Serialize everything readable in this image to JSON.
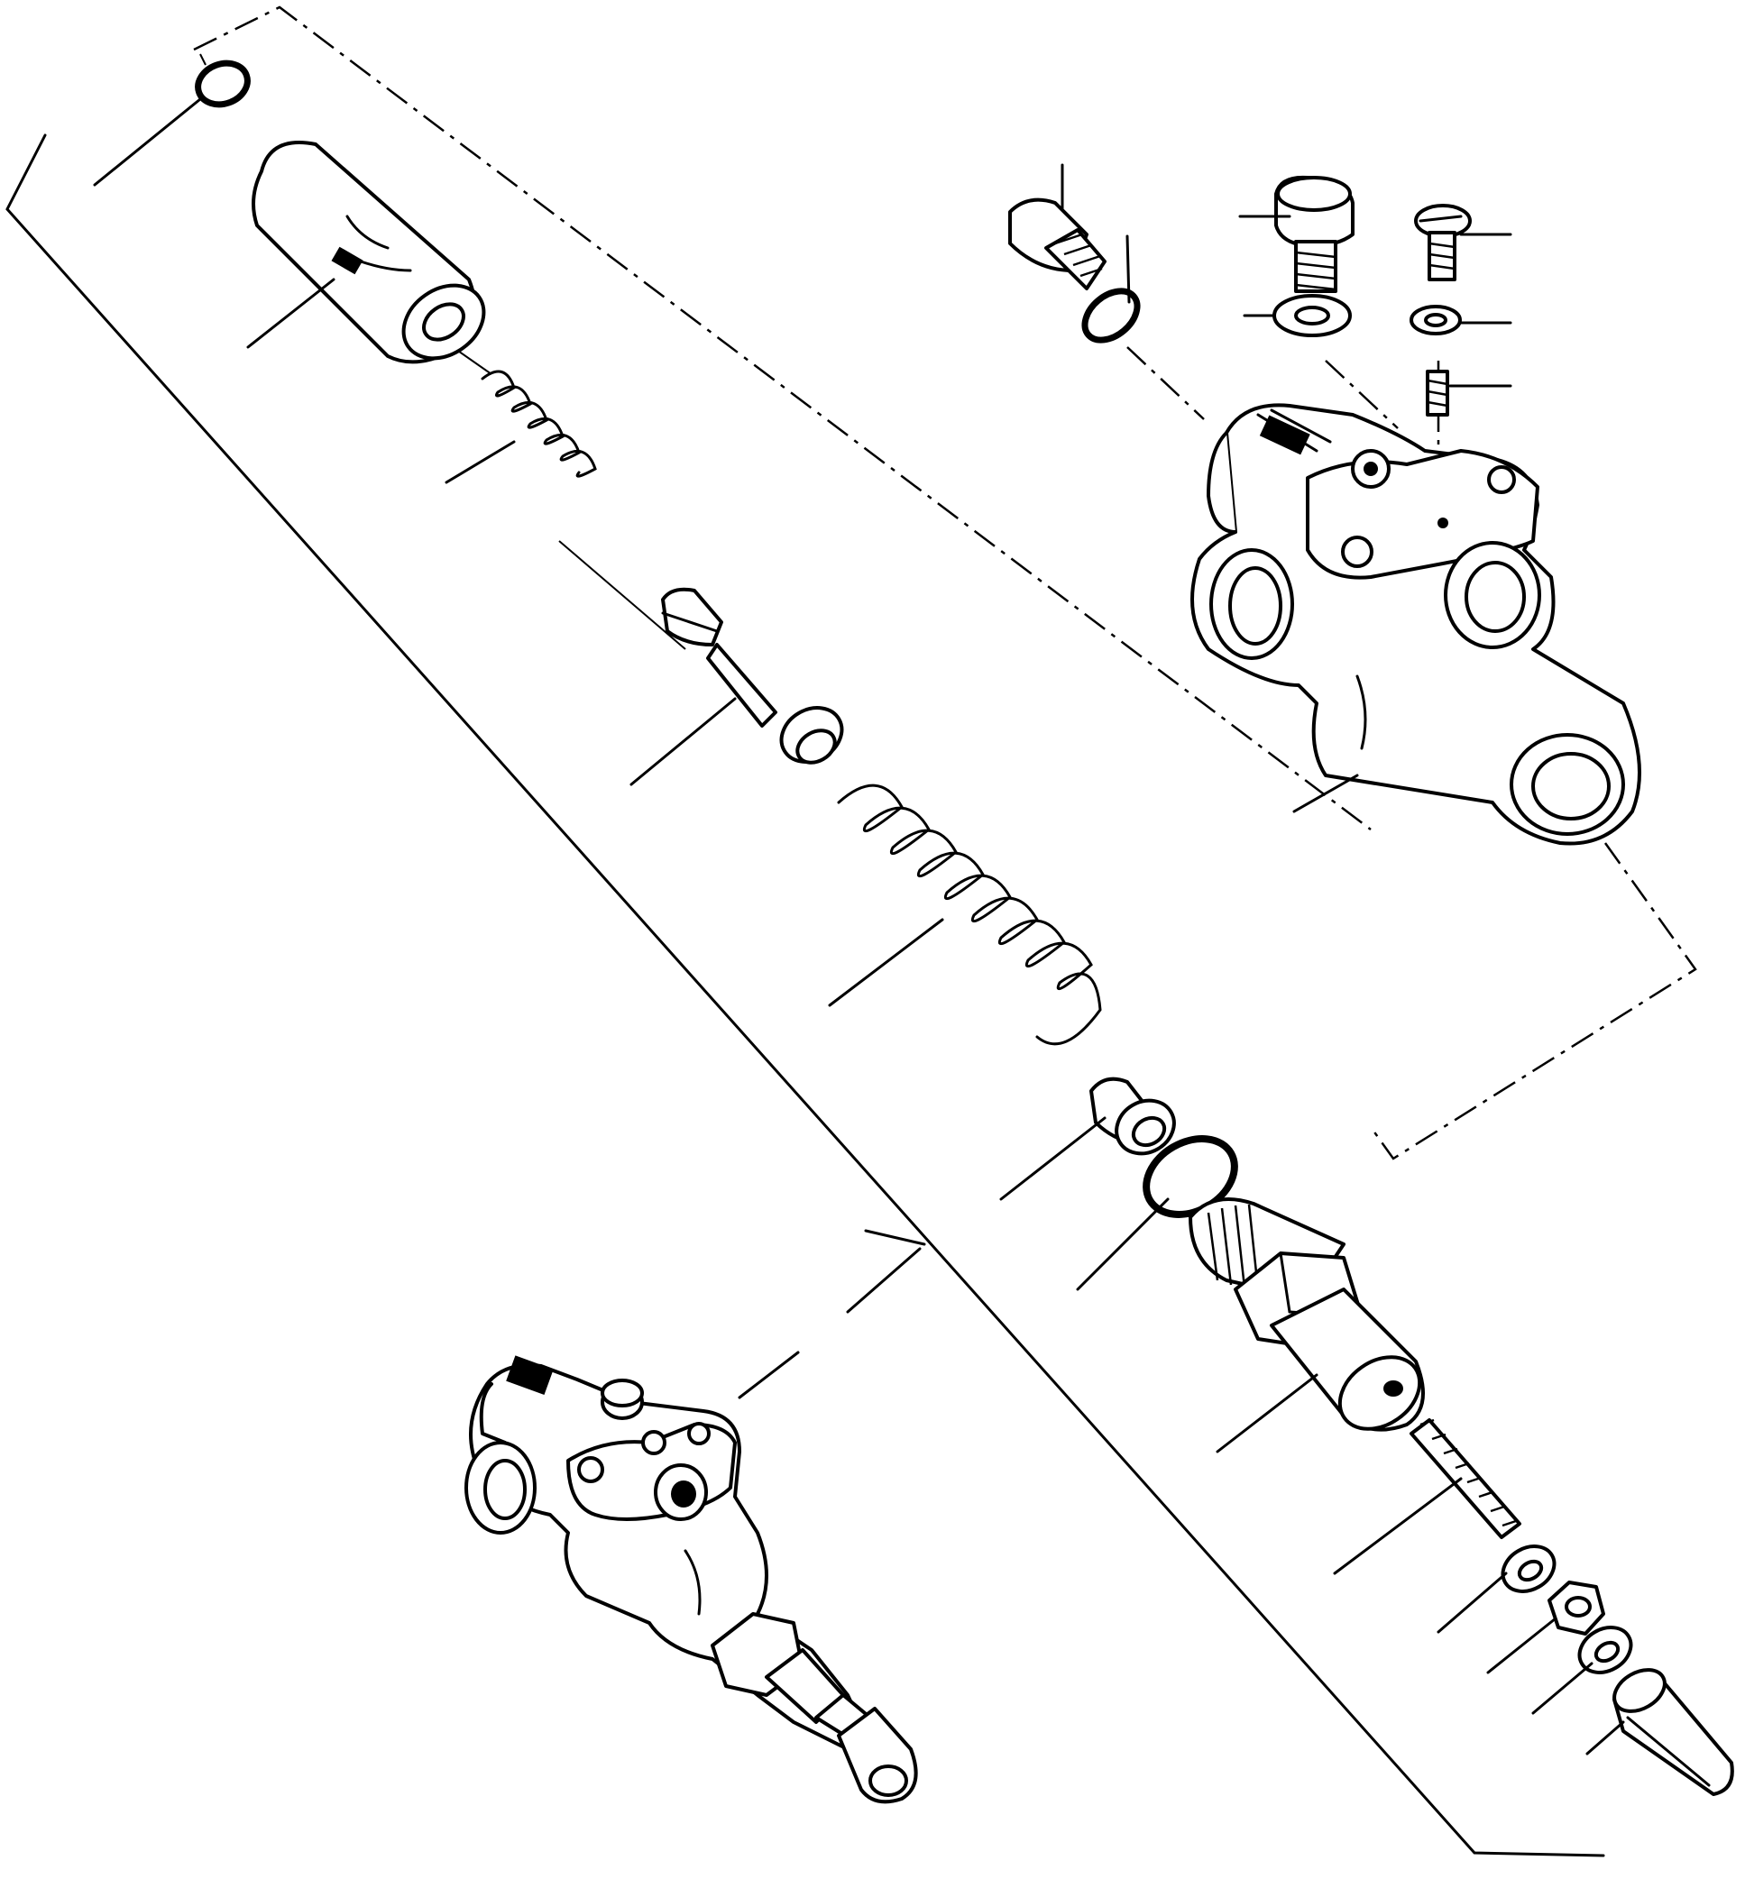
{
  "figure": {
    "colors": {
      "line": "#000000",
      "background": "#ffffff"
    },
    "parts": [
      {
        "id": "retaining-ring",
        "icon": "snap-ring"
      },
      {
        "id": "cap",
        "icon": "cylindrical-cap"
      },
      {
        "id": "small-spring",
        "icon": "coil-spring"
      },
      {
        "id": "poppet",
        "icon": "poppet-valve"
      },
      {
        "id": "large-spring",
        "icon": "coil-spring"
      },
      {
        "id": "seat",
        "icon": "valve-seat"
      },
      {
        "id": "o-ring",
        "icon": "o-ring"
      },
      {
        "id": "adjuster-body",
        "icon": "hex-adapter"
      },
      {
        "id": "adjusting-screw",
        "icon": "threaded-rod"
      },
      {
        "id": "washer",
        "icon": "washer"
      },
      {
        "id": "jam-nut",
        "icon": "hex-nut"
      },
      {
        "id": "washer-2",
        "icon": "washer"
      },
      {
        "id": "acorn-cap",
        "icon": "cap-nut"
      },
      {
        "id": "valve-body",
        "icon": "valve-housing"
      },
      {
        "id": "plug",
        "icon": "port-plug"
      },
      {
        "id": "plug-o-ring",
        "icon": "o-ring"
      },
      {
        "id": "hex-plug",
        "icon": "hex-plug"
      },
      {
        "id": "sealing-washer",
        "icon": "washer"
      },
      {
        "id": "slotted-screw",
        "icon": "slotted-screw"
      },
      {
        "id": "screw-washer",
        "icon": "washer"
      },
      {
        "id": "orifice-plug",
        "icon": "set-screw"
      },
      {
        "id": "valve-assembly",
        "icon": "valve-assembly"
      }
    ]
  }
}
